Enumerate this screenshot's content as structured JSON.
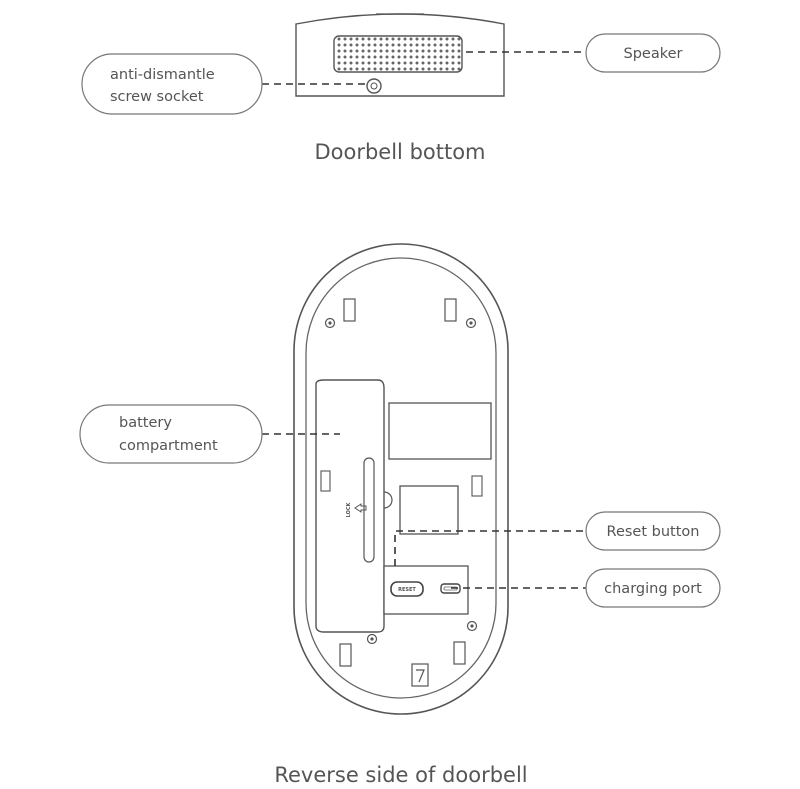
{
  "bottom_view": {
    "caption": "Doorbell bottom",
    "labels": {
      "screw_socket_line1": "anti-dismantle",
      "screw_socket_line2": "screw socket",
      "speaker": "Speaker"
    }
  },
  "reverse_view": {
    "caption": "Reverse side of doorbell",
    "labels": {
      "battery_line1": "battery",
      "battery_line2": "compartment",
      "reset_button": "Reset button",
      "charging_port": "charging port"
    },
    "markings": {
      "reset_text": "RESET",
      "lock_text": "LOCK"
    }
  },
  "colors": {
    "outline": "#555555",
    "dashed_line": "#333333",
    "pill_border": "#777777"
  }
}
